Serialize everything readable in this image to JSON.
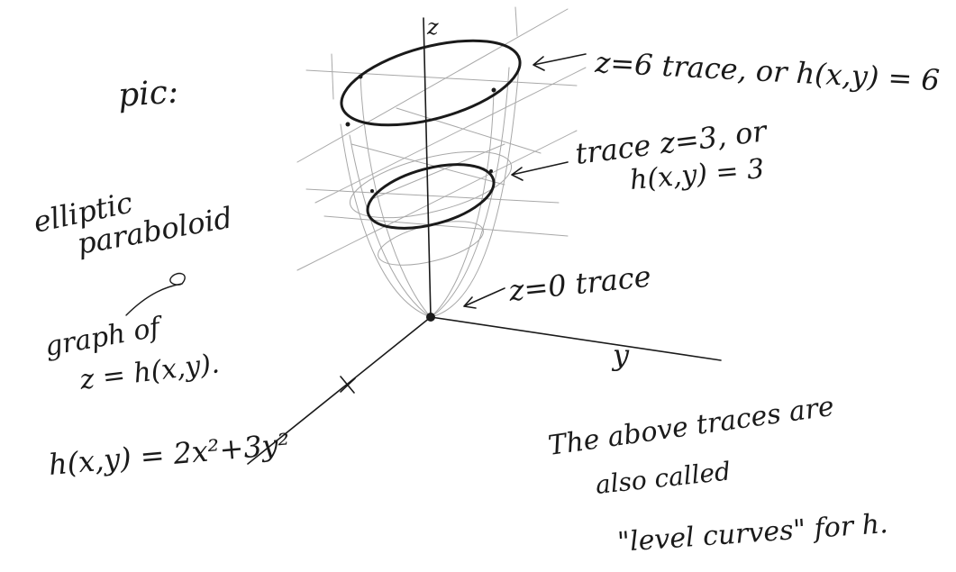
{
  "labels": {
    "pic": "pic:",
    "elliptic": "elliptic",
    "paraboloid": "paraboloid",
    "graph_of": "graph of",
    "graph_eq": "z = h(x,y).",
    "h_def": "h(x,y) = 2x²+3y²",
    "z_axis": "z",
    "y_axis": "y",
    "trace6_line1": "z=6 trace, or h(x,y) = 6",
    "trace3_line1": "trace z=3, or",
    "trace3_line2": "h(x,y) = 3",
    "trace0": "z=0 trace",
    "note_line1": "The above traces are",
    "note_line2": "also called",
    "note_line3": "\"level curves\" for h."
  },
  "colors": {
    "ink": "#1a1a1a",
    "pencil": "#a8a8a8"
  }
}
